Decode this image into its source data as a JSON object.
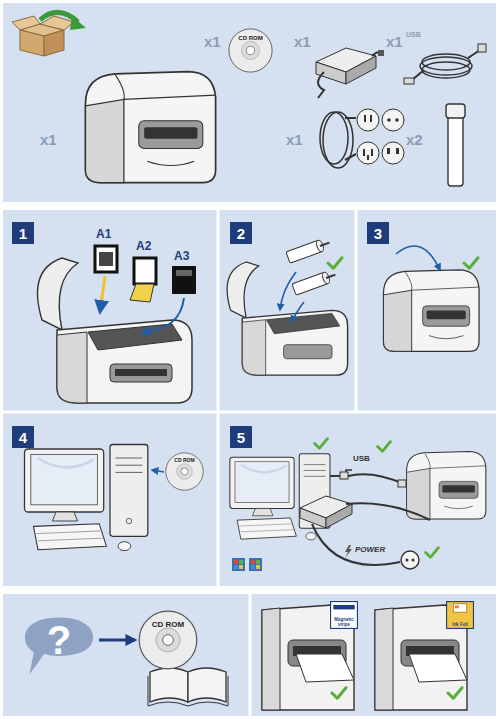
{
  "diagram": {
    "nodes": [
      {
        "text": [
          "CD ROM"
        ]
      },
      {
        "text": [
          "1"
        ]
      },
      {
        "text": [
          "2"
        ]
      },
      {
        "text": [
          "3"
        ]
      },
      {
        "text": [
          "4"
        ]
      },
      {
        "text": [
          "CD ROM"
        ]
      },
      {
        "text": [
          "5"
        ]
      },
      {
        "text": [
          "?"
        ]
      },
      {
        "text": [
          "CD ROM"
        ]
      },
      {
        "text": [
          "Magnetic stripe"
        ]
      },
      {
        "text": [
          "Ink Foil"
        ]
      }
    ],
    "edges": [
      {
        "from": 7,
        "to": 8,
        "arrow": "to"
      }
    ],
    "labels": [
      "x1",
      "x1",
      "x1",
      "x1",
      "USB",
      "x1",
      "x2",
      "A1",
      "A2",
      "A3",
      "USB",
      "POWER"
    ]
  }
}
